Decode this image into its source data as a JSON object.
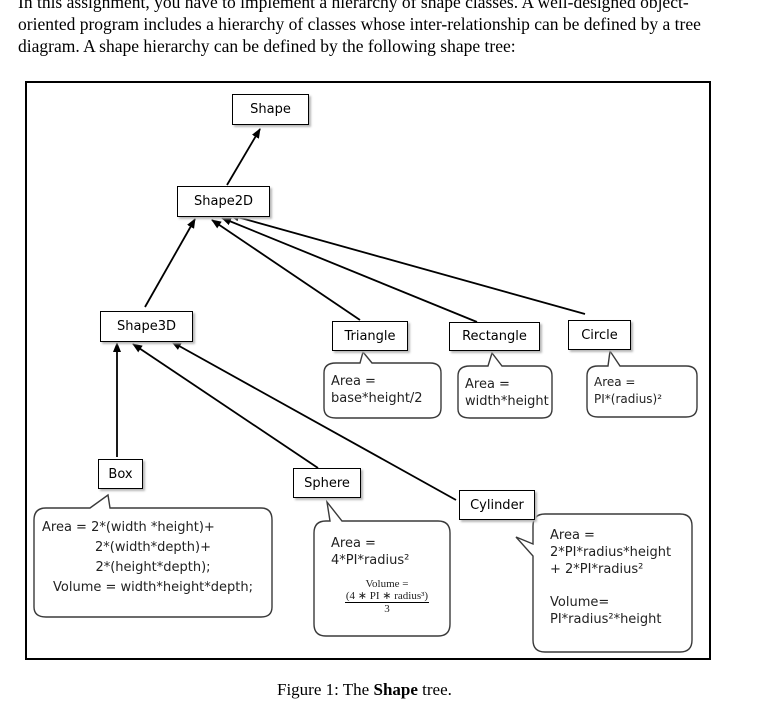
{
  "intro": {
    "line1": "In this assignment, you have to implement a hierarchy of shape classes. A well-designed object-",
    "line2": "oriented program includes a hierarchy of classes whose inter-relationship can be defined by a tree",
    "line3": "diagram. A shape hierarchy can be defined by the following shape tree:"
  },
  "nodes": {
    "shape": "Shape",
    "shape2d": "Shape2D",
    "shape3d": "Shape3D",
    "triangle": "Triangle",
    "rectangle": "Rectangle",
    "circle": "Circle",
    "box": "Box",
    "sphere": "Sphere",
    "cylinder": "Cylinder"
  },
  "callouts": {
    "triangle": [
      "Area =",
      "base*height/2"
    ],
    "rectangle": [
      "Area =",
      "width*height"
    ],
    "circle": [
      "Area =",
      "PI*(radius)²"
    ],
    "box": [
      "Area = 2*(width *height)+",
      "2*(width*depth)+",
      "2*(height*depth);",
      "Volume = width*height*depth;"
    ],
    "sphere": [
      "Area =",
      "4*PI*radius²",
      "Volume =",
      "(4 ∗ PI ∗ radius³)",
      "3"
    ],
    "cylinder": [
      "Area =",
      "2*PI*radius*height",
      "+ 2*PI*radius²",
      "Volume=",
      "PI*radius²*height"
    ]
  },
  "caption": {
    "prefix": "Figure 1: The ",
    "bold": "Shape",
    "suffix": " tree."
  }
}
